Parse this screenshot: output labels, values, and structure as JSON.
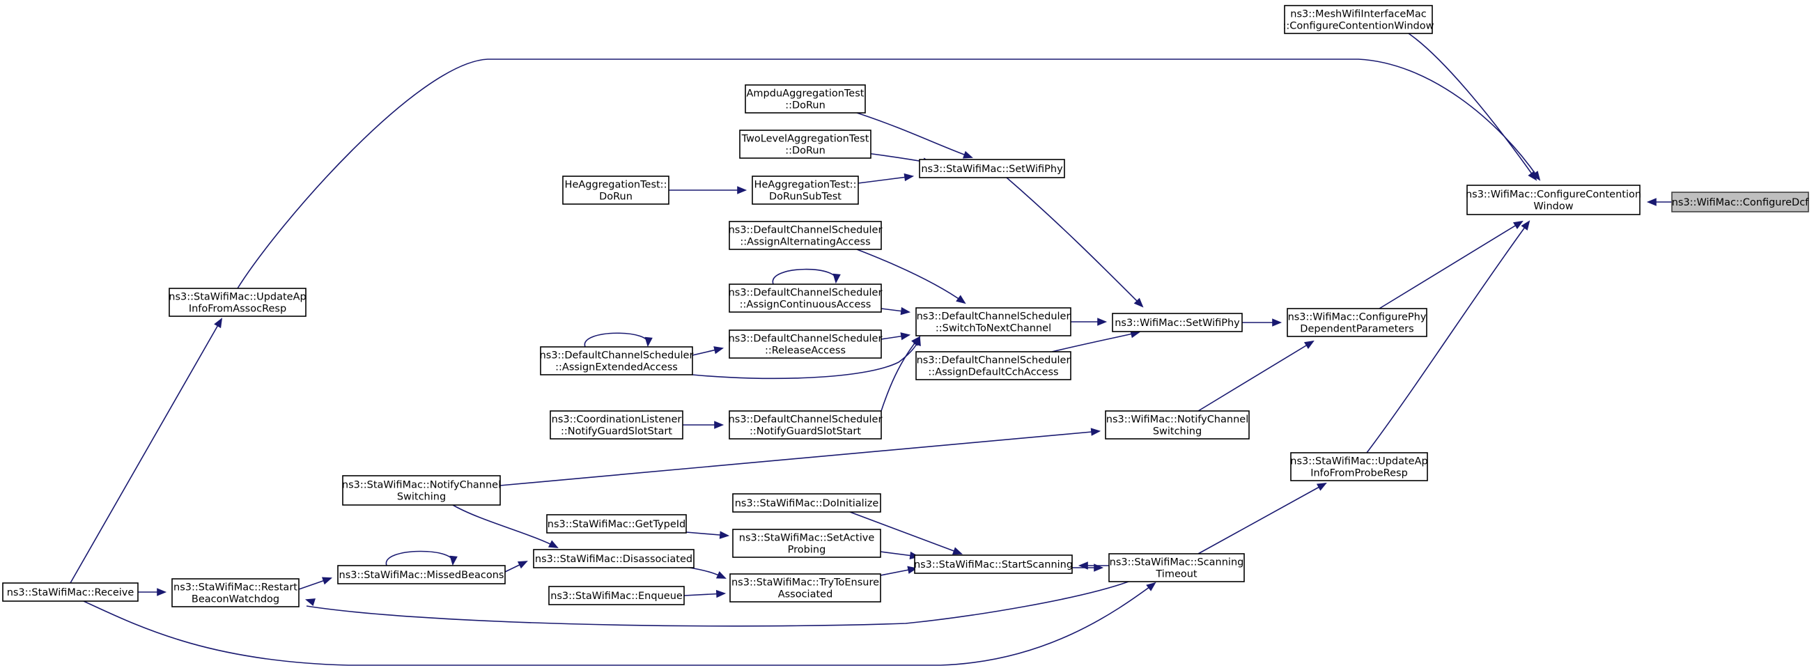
{
  "nodes": {
    "configure_dcf": [
      "ns3::WifiMac::ConfigureDcf"
    ],
    "configure_contention_window": [
      "ns3::WifiMac::ConfigureContention",
      "Window"
    ],
    "mesh_configure_cw": [
      "ns3::MeshWifiInterfaceMac",
      "::ConfigureContentionWindow"
    ],
    "configure_phy_dependent": [
      "ns3::WifiMac::ConfigurePhy",
      "DependentParameters"
    ],
    "update_ap_assoc": [
      "ns3::StaWifiMac::UpdateAp",
      "InfoFromAssocResp"
    ],
    "update_ap_probe": [
      "ns3::StaWifiMac::UpdateAp",
      "InfoFromProbeResp"
    ],
    "wifimac_set_phy": [
      "ns3::WifiMac::SetWifiPhy"
    ],
    "wifimac_notify_switching": [
      "ns3::WifiMac::NotifyChannel",
      "Switching"
    ],
    "scanning_timeout": [
      "ns3::StaWifiMac::Scanning",
      "Timeout"
    ],
    "stawifimac_set_phy": [
      "ns3::StaWifiMac::SetWifiPhy"
    ],
    "switch_to_next_channel": [
      "ns3::DefaultChannelScheduler",
      "::SwitchToNextChannel"
    ],
    "assign_default_cch": [
      "ns3::DefaultChannelScheduler",
      "::AssignDefaultCchAccess"
    ],
    "start_scanning": [
      "ns3::StaWifiMac::StartScanning"
    ],
    "ampdu_dorun": [
      "AmpduAggregationTest",
      "::DoRun"
    ],
    "twolevel_dorun": [
      "TwoLevelAggregationTest",
      "::DoRun"
    ],
    "he_dorunsubtest": [
      "HeAggregationTest::",
      "DoRunSubTest"
    ],
    "he_dorun": [
      "HeAggregationTest::",
      "DoRun"
    ],
    "assign_alternating": [
      "ns3::DefaultChannelScheduler",
      "::AssignAlternatingAccess"
    ],
    "assign_continuous": [
      "ns3::DefaultChannelScheduler",
      "::AssignContinuousAccess"
    ],
    "release_access": [
      "ns3::DefaultChannelScheduler",
      "::ReleaseAccess"
    ],
    "assign_extended": [
      "ns3::DefaultChannelScheduler",
      "::AssignExtendedAccess"
    ],
    "scheduler_notify_guard": [
      "ns3::DefaultChannelScheduler",
      "::NotifyGuardSlotStart"
    ],
    "coord_notify_guard": [
      "ns3::CoordinationListener",
      "::NotifyGuardSlotStart"
    ],
    "sta_notify_switching": [
      "ns3::StaWifiMac::NotifyChannel",
      "Switching"
    ],
    "do_initialize": [
      "ns3::StaWifiMac::DoInitialize"
    ],
    "set_active_probing": [
      "ns3::StaWifiMac::SetActive",
      "Probing"
    ],
    "get_type_id": [
      "ns3::StaWifiMac::GetTypeId"
    ],
    "disassociated": [
      "ns3::StaWifiMac::Disassociated"
    ],
    "try_to_ensure": [
      "ns3::StaWifiMac::TryToEnsure",
      "Associated"
    ],
    "enqueue": [
      "ns3::StaWifiMac::Enqueue"
    ],
    "missed_beacons": [
      "ns3::StaWifiMac::MissedBeacons"
    ],
    "restart_beacon": [
      "ns3::StaWifiMac::Restart",
      "BeaconWatchdog"
    ],
    "receive": [
      "ns3::StaWifiMac::Receive"
    ]
  },
  "current_node": "configure_dcf",
  "edges": [
    [
      "configure_contention_window",
      "configure_dcf"
    ],
    [
      "mesh_configure_cw",
      "configure_contention_window"
    ],
    [
      "configure_phy_dependent",
      "configure_contention_window"
    ],
    [
      "update_ap_assoc",
      "configure_contention_window"
    ],
    [
      "update_ap_probe",
      "configure_contention_window"
    ],
    [
      "wifimac_set_phy",
      "configure_phy_dependent"
    ],
    [
      "wifimac_notify_switching",
      "configure_phy_dependent"
    ],
    [
      "scanning_timeout",
      "update_ap_probe"
    ],
    [
      "stawifimac_set_phy",
      "wifimac_set_phy"
    ],
    [
      "switch_to_next_channel",
      "wifimac_set_phy"
    ],
    [
      "assign_default_cch",
      "wifimac_set_phy"
    ],
    [
      "ampdu_dorun",
      "stawifimac_set_phy"
    ],
    [
      "twolevel_dorun",
      "stawifimac_set_phy"
    ],
    [
      "he_dorunsubtest",
      "stawifimac_set_phy"
    ],
    [
      "he_dorun",
      "he_dorunsubtest"
    ],
    [
      "assign_alternating",
      "switch_to_next_channel"
    ],
    [
      "assign_continuous",
      "switch_to_next_channel"
    ],
    [
      "release_access",
      "switch_to_next_channel"
    ],
    [
      "assign_extended",
      "switch_to_next_channel"
    ],
    [
      "scheduler_notify_guard",
      "switch_to_next_channel"
    ],
    [
      "assign_continuous",
      "assign_continuous"
    ],
    [
      "assign_extended",
      "release_access"
    ],
    [
      "assign_extended",
      "assign_extended"
    ],
    [
      "coord_notify_guard",
      "scheduler_notify_guard"
    ],
    [
      "sta_notify_switching",
      "wifimac_notify_switching"
    ],
    [
      "sta_notify_switching",
      "disassociated"
    ],
    [
      "receive",
      "update_ap_assoc"
    ],
    [
      "receive",
      "restart_beacon"
    ],
    [
      "receive",
      "scanning_timeout"
    ],
    [
      "do_initialize",
      "start_scanning"
    ],
    [
      "set_active_probing",
      "start_scanning"
    ],
    [
      "try_to_ensure",
      "start_scanning"
    ],
    [
      "scanning_timeout",
      "start_scanning"
    ],
    [
      "start_scanning",
      "scanning_timeout"
    ],
    [
      "get_type_id",
      "set_active_probing"
    ],
    [
      "disassociated",
      "try_to_ensure"
    ],
    [
      "enqueue",
      "try_to_ensure"
    ],
    [
      "missed_beacons",
      "disassociated"
    ],
    [
      "missed_beacons",
      "missed_beacons"
    ],
    [
      "restart_beacon",
      "missed_beacons"
    ],
    [
      "scanning_timeout",
      "restart_beacon"
    ]
  ]
}
